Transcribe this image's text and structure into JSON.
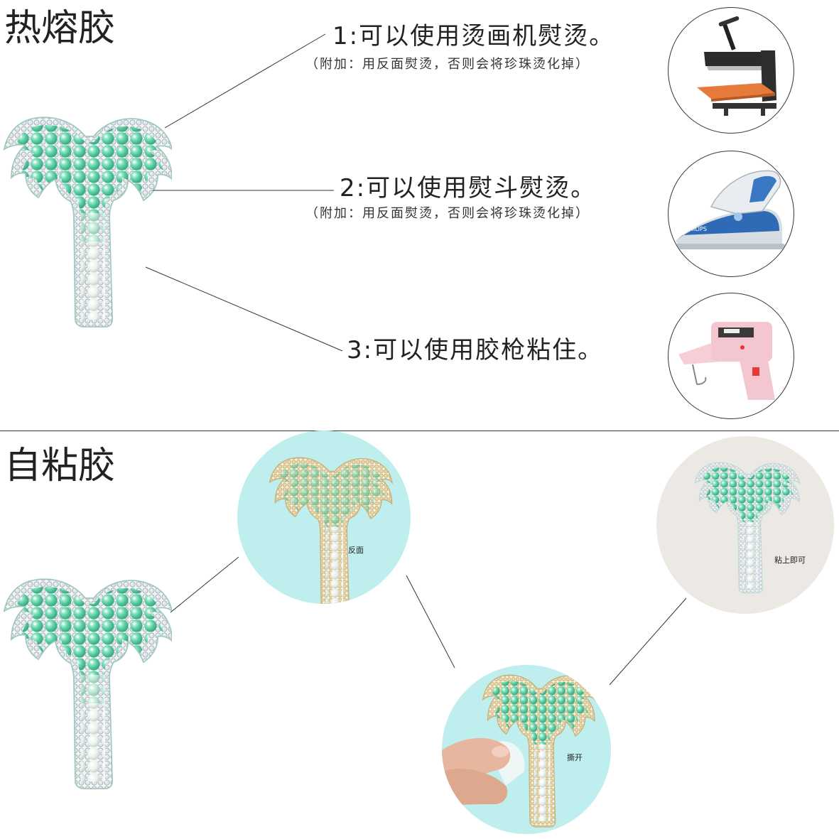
{
  "hot_melt": {
    "title": "热熔胶",
    "steps": [
      {
        "text": "1:可以使用烫画机熨烫。",
        "note": "（附加：用反面熨烫，否则会将珍珠烫化掉）",
        "tool_icon": "heat-press-icon"
      },
      {
        "text": "2:可以使用熨斗熨烫。",
        "note": "（附加：用反面熨烫，否则会将珍珠烫化掉）",
        "tool_icon": "iron-icon"
      },
      {
        "text": "3:可以使用胶枪粘住。",
        "note": "",
        "tool_icon": "glue-gun-icon"
      }
    ]
  },
  "self_adhesive": {
    "title": "自粘胶",
    "steps": [
      {
        "label": "反面"
      },
      {
        "label": "撕开"
      },
      {
        "label": "粘上即可"
      }
    ]
  },
  "colors": {
    "pearl_green": "#5fd3a6",
    "pearl_white": "#eef3ef",
    "rhinestone": "#dfe6ea",
    "gold_setting": "#c9b27a",
    "line": "#333333",
    "bg_cyan": "#bfeeef",
    "bg_grey": "#ece9e4"
  }
}
